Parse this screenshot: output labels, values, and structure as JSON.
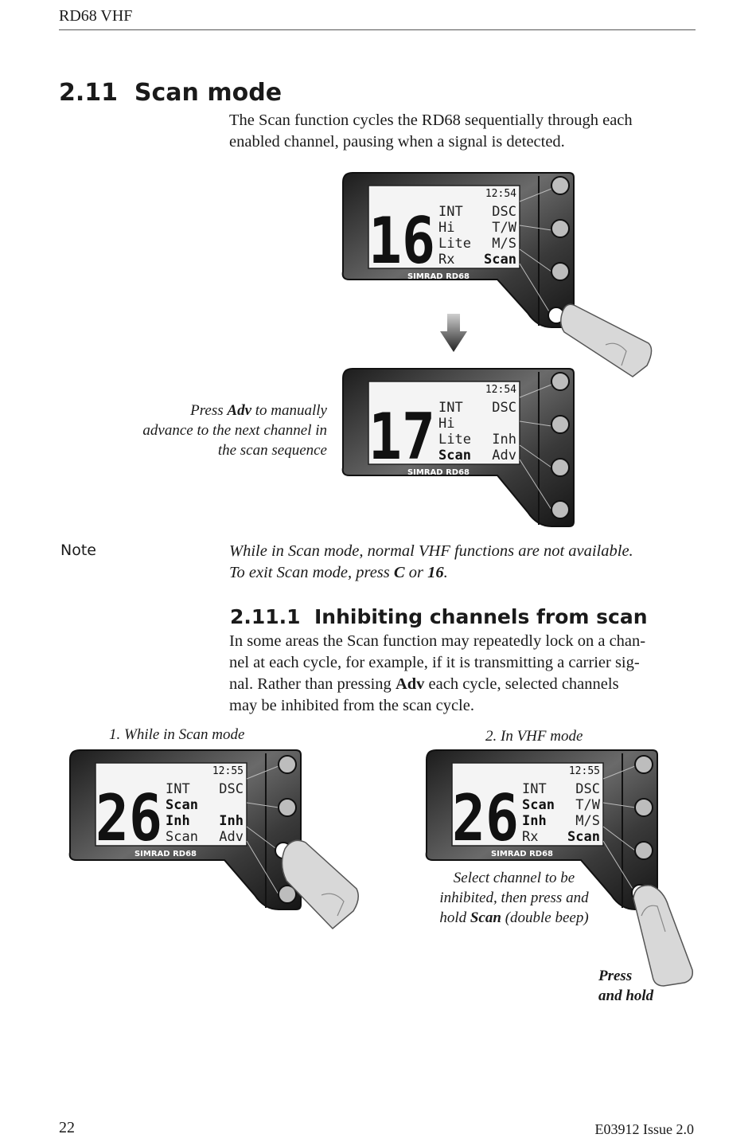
{
  "header": {
    "running_title": "RD68 VHF"
  },
  "section": {
    "number": "2.11",
    "title": "Scan mode",
    "intro_line1": "The Scan function cycles the RD68 sequentially through each",
    "intro_line2": "enabled channel, pausing when a signal is detected."
  },
  "devices": [
    {
      "time": "12:54",
      "channel": "16",
      "left": [
        "INT",
        "Hi",
        "Lite",
        "Rx"
      ],
      "right": [
        "DSC",
        "T/W",
        "M/S",
        "Scan"
      ],
      "brand": "SIMRAD RD68"
    },
    {
      "time": "12:54",
      "channel": "17",
      "left": [
        "INT",
        "Hi",
        "Lite",
        "Scan"
      ],
      "right": [
        "DSC",
        "",
        "Inh",
        "Adv"
      ],
      "brand": "SIMRAD RD68"
    },
    {
      "time": "12:55",
      "channel": "26",
      "left": [
        "INT",
        "Scan",
        "Inh",
        "Scan"
      ],
      "right": [
        "DSC",
        "",
        "Inh",
        "Adv"
      ],
      "brand": "SIMRAD RD68"
    },
    {
      "time": "12:55",
      "channel": "26",
      "left": [
        "INT",
        "Scan",
        "Inh",
        "Rx"
      ],
      "right": [
        "DSC",
        "T/W",
        "M/S",
        "Scan"
      ],
      "brand": "SIMRAD RD68"
    }
  ],
  "adv_caption": {
    "l1_pre": "Press ",
    "l1_bold": "Adv",
    "l1_post": " to manually",
    "l2": "advance to the next channel in",
    "l3": "the scan sequence"
  },
  "note": {
    "label": "Note",
    "line1": "While in Scan mode, normal VHF functions are not available.",
    "l2_a": "To exit Scan mode, press ",
    "l2_b": "C",
    "l2_c": " or ",
    "l2_d": "16",
    "l2_e": "."
  },
  "subsection": {
    "number": "2.11.1",
    "title": "Inhibiting channels from scan",
    "line1": "In some areas the Scan function may repeatedly lock on a chan-",
    "line2": "nel at each cycle, for example, if it is transmitting a carrier sig-",
    "l3_a": "nal. Rather than pressing ",
    "l3_b": "Adv",
    "l3_c": " each cycle, selected channels",
    "line4": "may be inhibited from the scan cycle."
  },
  "captions": {
    "step1": "1. While in Scan mode",
    "step2": "2. In VHF mode",
    "select_l1": "Select channel to be",
    "select_l2": "inhibited, then press and",
    "select_l3_a": "hold ",
    "select_l3_b": "Scan",
    "select_l3_c": " (double beep)",
    "press": "Press",
    "and_hold": "and hold"
  },
  "footer": {
    "page_number": "22",
    "doc_ref": "E03912  Issue 2.0"
  },
  "colors": {
    "body": "#2f2f2f",
    "lcd": "#f4f4f4",
    "text": "#1a1a1a"
  }
}
